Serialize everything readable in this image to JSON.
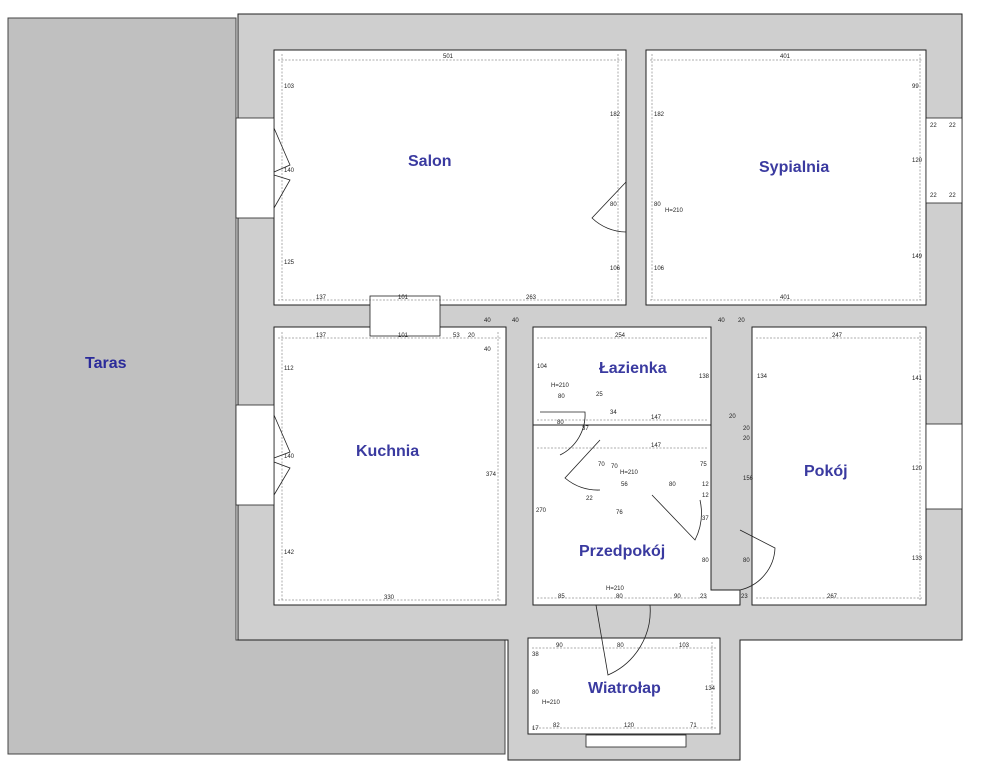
{
  "rooms": {
    "terrace": "Taras",
    "salon": "Salon",
    "bedroom": "Sypialnia",
    "bathroom": "Łazienka",
    "kitchen": "Kuchnia",
    "room": "Pokój",
    "hall": "Przedpokój",
    "vestibule": "Wiatrołap"
  },
  "dimensions": {
    "salon_top": "501",
    "salon_left_a": "103",
    "salon_left_b": "140",
    "salon_left_c": "125",
    "salon_right_a": "182",
    "salon_right_b": "80",
    "salon_right_c": "106",
    "salon_bottom_a": "137",
    "salon_bottom_b": "101",
    "salon_bottom_c": "263",
    "bedroom_top": "401",
    "bedroom_right_a": "99",
    "bedroom_right_b": "120",
    "bedroom_right_c": "149",
    "bedroom_left_a": "182",
    "bedroom_left_b": "80",
    "bedroom_left_c": "106",
    "bedroom_bottom": "401",
    "bedroom_door_h": "H=210",
    "win_b1": "22",
    "win_b2": "22",
    "win_b3": "22",
    "win_b4": "22",
    "kitchen_top_a": "137",
    "kitchen_top_b": "101",
    "kitchen_top_c": "53",
    "kitchen_top_d": "20",
    "kitchen_left_a": "112",
    "kitchen_left_b": "140",
    "kitchen_left_c": "142",
    "kitchen_right": "374",
    "kitchen_bottom": "330",
    "wall_40a": "40",
    "wall_40b": "40",
    "wall_40c": "40",
    "wall_40d": "40",
    "wall_20a": "20",
    "wall_20b": "20",
    "bath_top": "254",
    "bath_left": "104",
    "bath_right": "138",
    "bath_bottom": "147",
    "bath_h": "H=210",
    "bath_80": "80",
    "bath_25": "25",
    "bath_34": "34",
    "hall_270": "270",
    "hall_147": "147",
    "hall_70a": "70",
    "hall_70b": "70",
    "hall_h": "H=210",
    "hall_75": "75",
    "hall_22": "22",
    "hall_56": "56",
    "hall_80a": "80",
    "hall_12a": "12",
    "hall_12b": "12",
    "hall_76": "76",
    "hall_80b": "80",
    "hall_37a": "37",
    "hall_37b": "37",
    "hall_80c": "80",
    "hall_85": "85",
    "hall_80d": "80",
    "hall_90": "90",
    "hall_23": "23",
    "hall_entry_h": "H=210",
    "room_top": "247",
    "room_left_a": "134",
    "room_left_b": "20",
    "room_left_c": "20",
    "room_left_d": "156",
    "room_left_e": "80",
    "room_right_a": "141",
    "room_right_b": "120",
    "room_right_c": "133",
    "room_bottom_a": "23",
    "room_bottom_b": "267",
    "vest_top_a": "90",
    "vest_top_b": "80",
    "vest_top_c": "103",
    "vest_left_a": "38",
    "vest_left_b": "80",
    "vest_left_c": "17",
    "vest_h": "H=210",
    "vest_right": "134",
    "vest_bottom_a": "82",
    "vest_bottom_b": "120",
    "vest_bottom_c": "71"
  }
}
